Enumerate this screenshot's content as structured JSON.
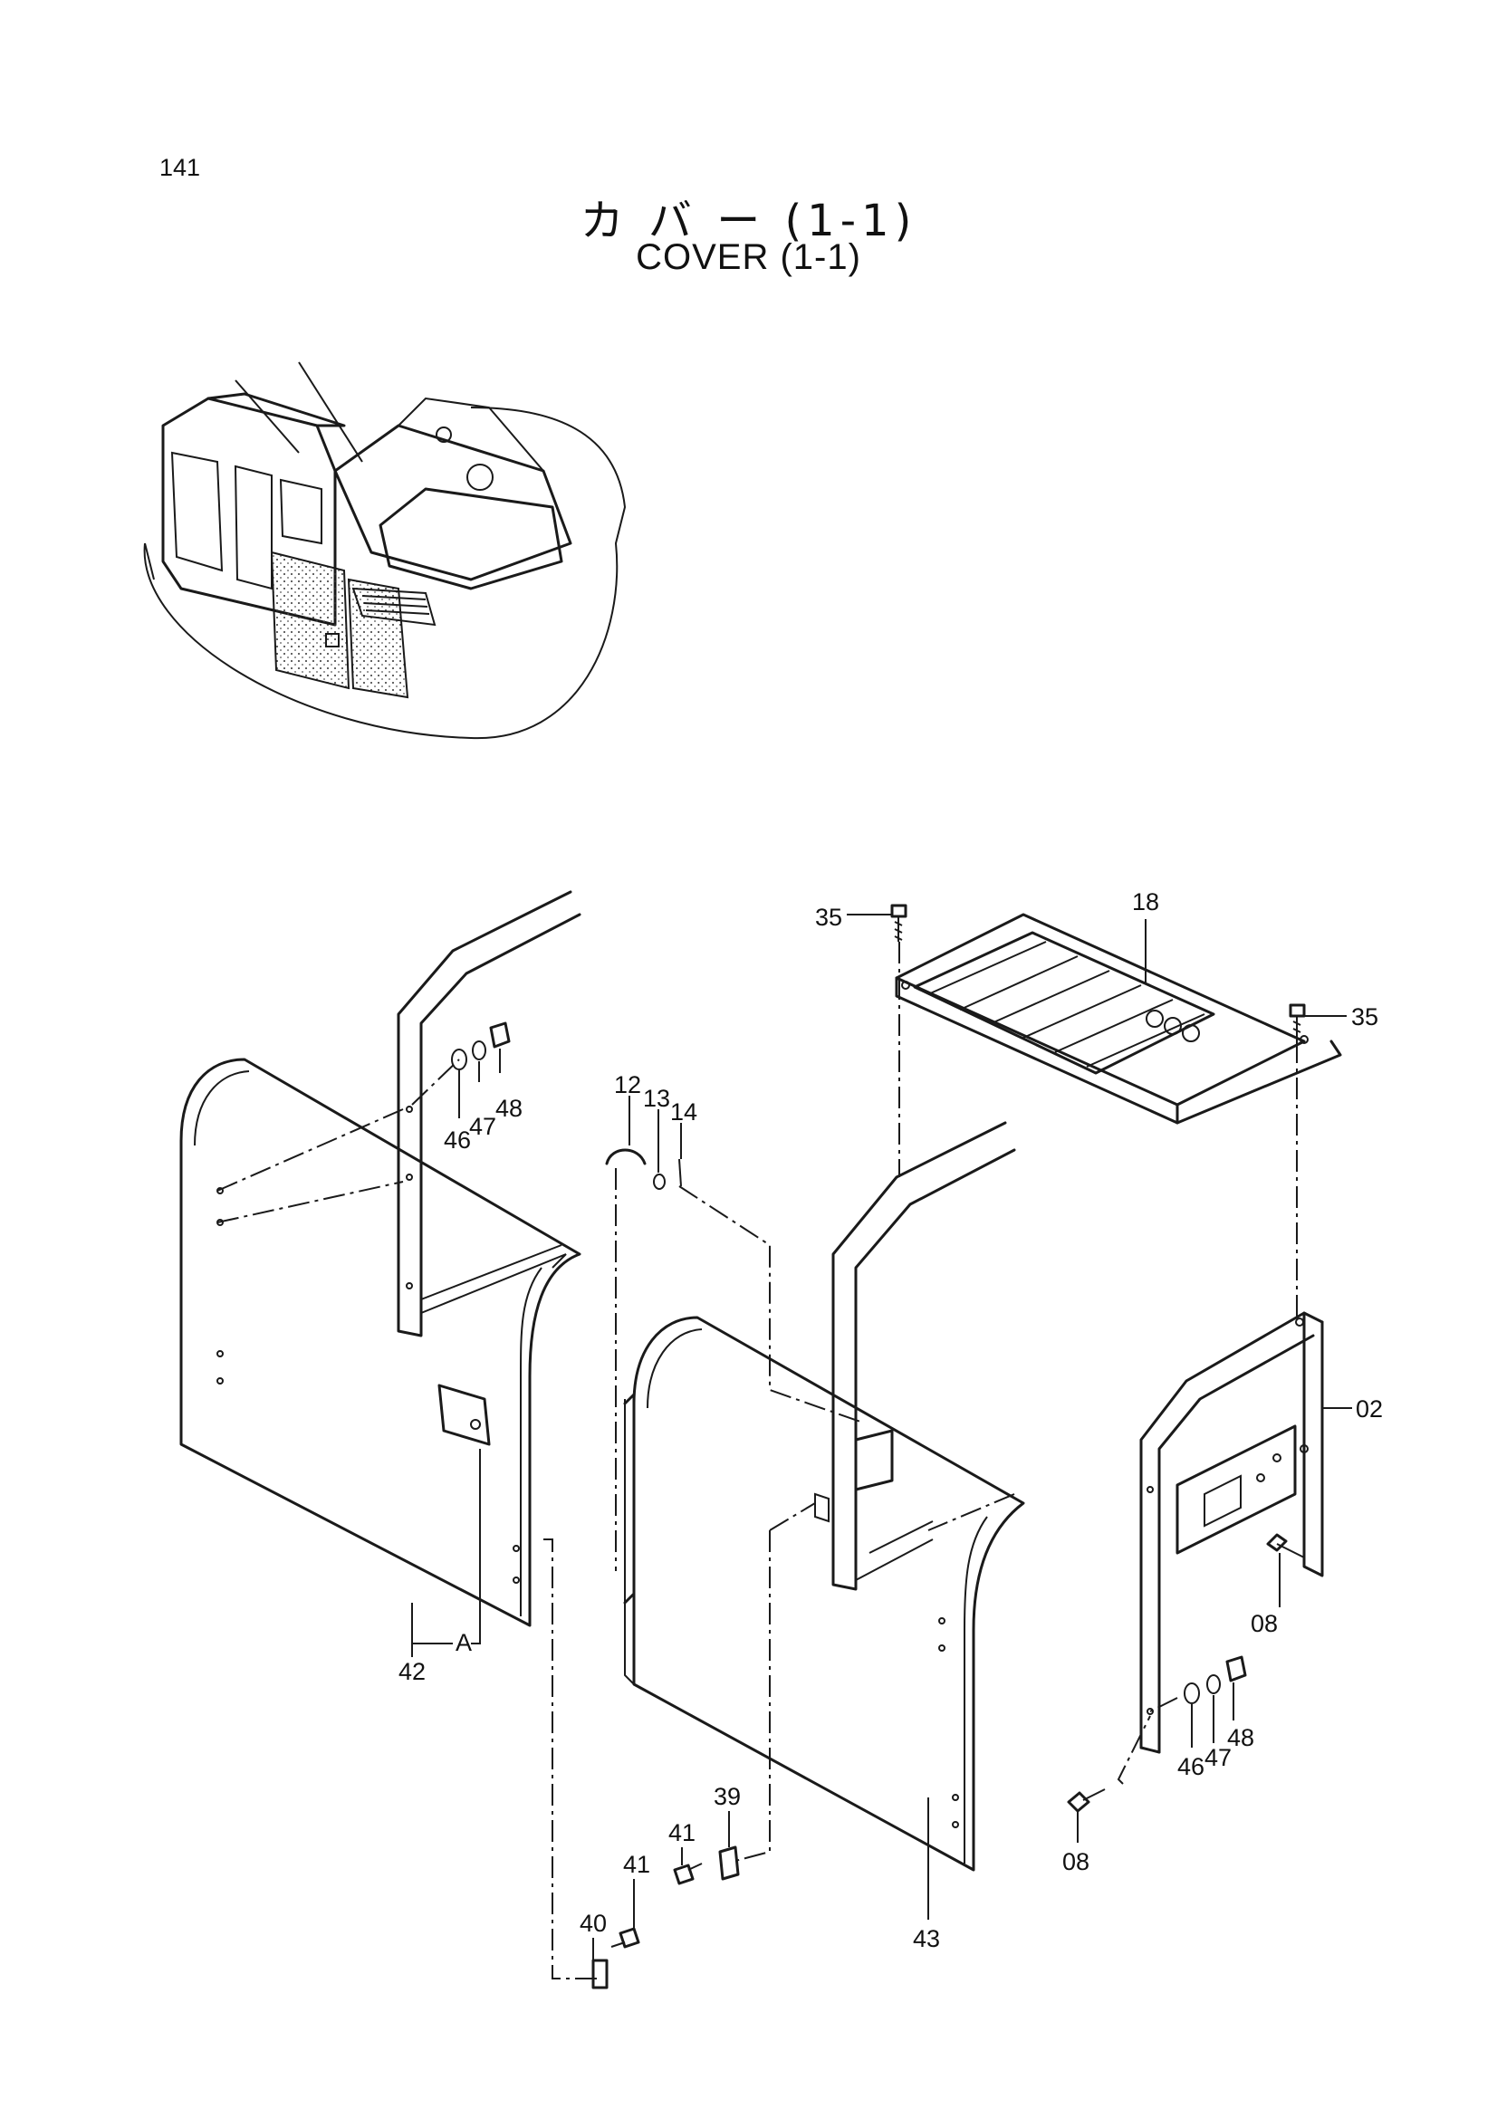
{
  "page": {
    "number": "141",
    "title_jp": "カ バ ー (1-1)",
    "title_en": "COVER (1-1)"
  },
  "callouts": {
    "p35a": "35",
    "p35b": "35",
    "p18": "18",
    "p46a": "46",
    "p47a": "47",
    "p48a": "48",
    "p12": "12",
    "p13": "13",
    "p14": "14",
    "p02": "02",
    "p08a": "08",
    "p08b": "08",
    "p42": "42",
    "pA": "A",
    "p46b": "46",
    "p47b": "47",
    "p48b": "48",
    "p40": "40",
    "p41a": "41",
    "p41b": "41",
    "p39": "39",
    "p43": "43"
  }
}
